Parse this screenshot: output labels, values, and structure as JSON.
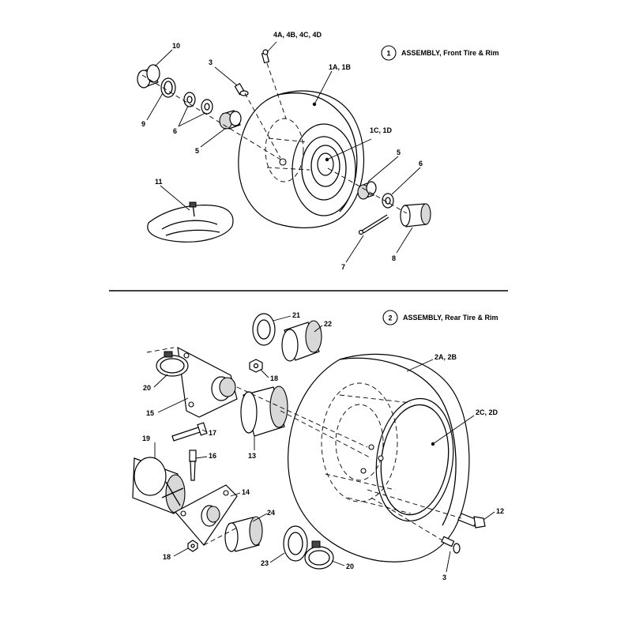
{
  "assemblies": [
    {
      "number": "1",
      "title": "ASSEMBLY, Front Tire & Rim"
    },
    {
      "number": "2",
      "title": "ASSEMBLY, Rear Tire & Rim"
    }
  ],
  "front_callouts": [
    "10",
    "9",
    "6",
    "3",
    "4A, 4B, 4C, 4D",
    "1A, 1B",
    "5",
    "1C, 1D",
    "5",
    "6",
    "11",
    "7",
    "8"
  ],
  "rear_callouts": [
    "21",
    "22",
    "18",
    "20",
    "15",
    "17",
    "13",
    "2A, 2B",
    "2C, 2D",
    "19",
    "16",
    "14",
    "24",
    "12",
    "18",
    "23",
    "20",
    "3"
  ]
}
